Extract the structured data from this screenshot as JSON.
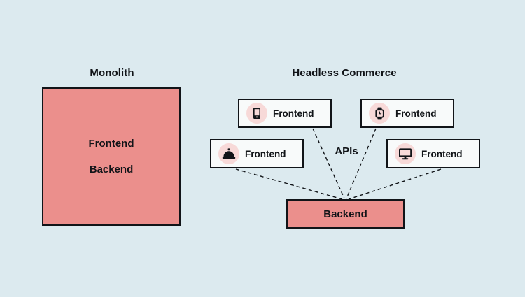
{
  "diagram": {
    "background_color": "#dceaef",
    "accent_color": "#eb8f8c",
    "card_color": "#f8fafa",
    "icon_badge_color": "#f7d9d8",
    "stroke_color": "#111418",
    "sections": {
      "monolith": {
        "title": "Monolith",
        "box_labels": [
          "Frontend",
          "Backend"
        ]
      },
      "headless": {
        "title": "Headless Commerce",
        "connector_label": "APIs",
        "backend_label": "Backend",
        "frontends": [
          {
            "label": "Frontend",
            "icon": "mobile-phone-icon"
          },
          {
            "label": "Frontend",
            "icon": "smartwatch-icon"
          },
          {
            "label": "Frontend",
            "icon": "service-bell-icon"
          },
          {
            "label": "Frontend",
            "icon": "desktop-monitor-icon"
          }
        ]
      }
    }
  }
}
